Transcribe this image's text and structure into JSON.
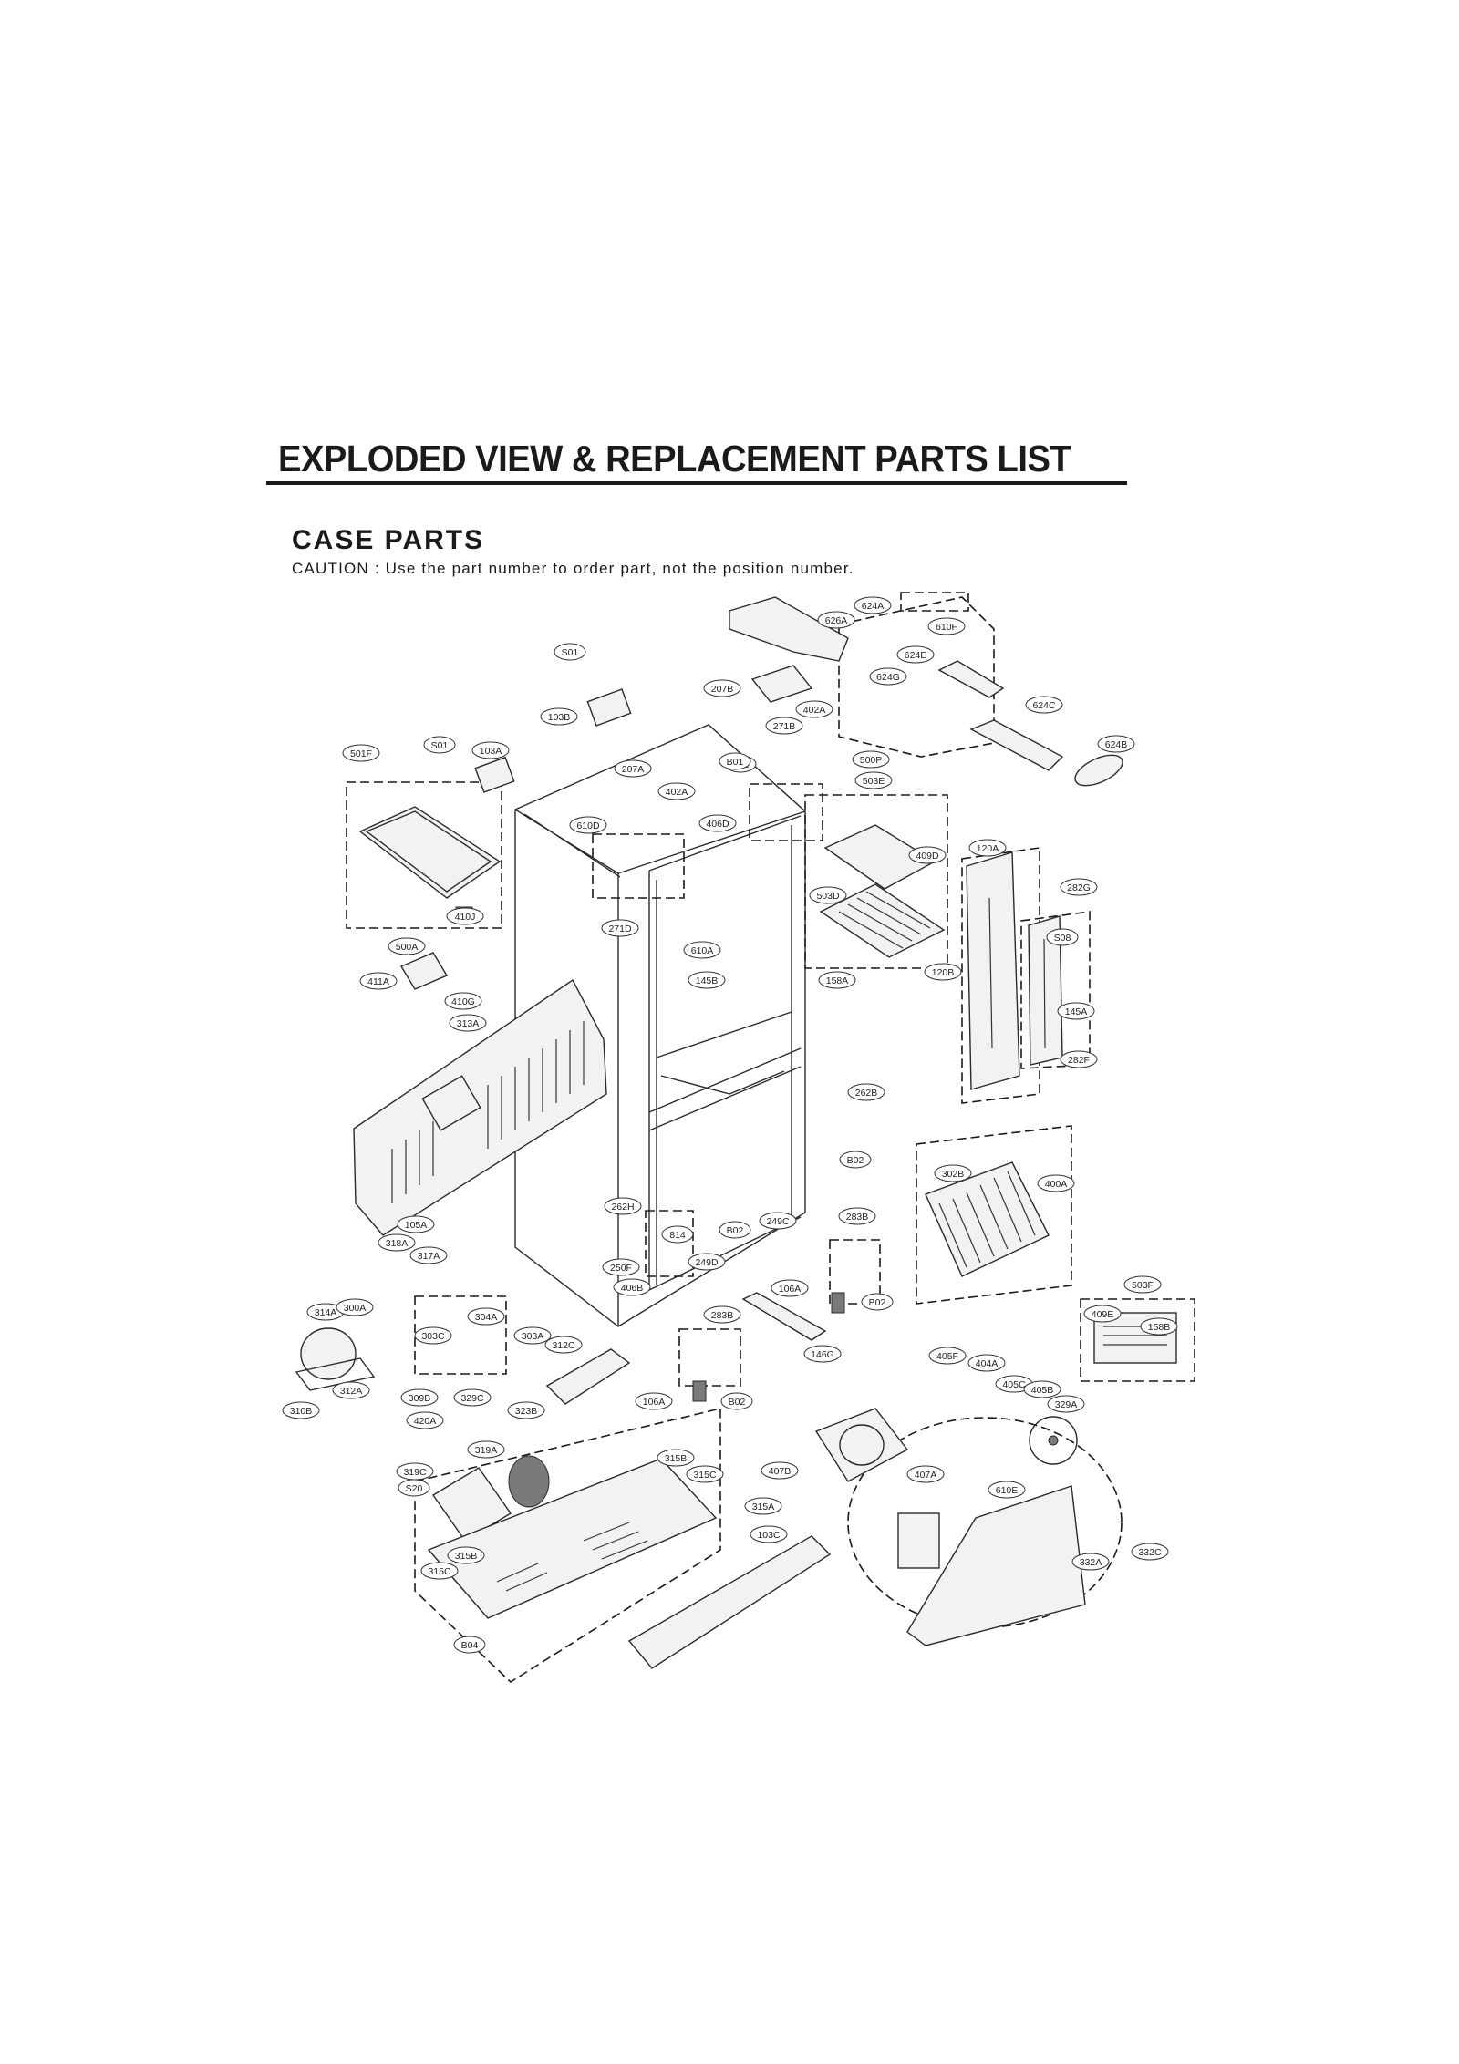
{
  "page": {
    "title": "EXPLODED VIEW & REPLACEMENT PARTS LIST",
    "section": "CASE PARTS",
    "caution": "CAUTION : Use the part number to order part, not the position number."
  },
  "diagram": {
    "labels": [
      "S01",
      "103B",
      "S01",
      "103A",
      "501F",
      "207A",
      "402A",
      "B01",
      "610D",
      "406D",
      "271D",
      "610A",
      "145B",
      "410J",
      "500A",
      "411A",
      "410G",
      "313A",
      "207B",
      "402A",
      "271B",
      "B01",
      "500P",
      "503E",
      "626A",
      "624A",
      "610F",
      "624E",
      "624G",
      "624C",
      "624B",
      "503D",
      "409D",
      "158A",
      "120A",
      "282G",
      "S08",
      "120B",
      "145A",
      "282F",
      "262B",
      "B02",
      "302B",
      "400A",
      "262H",
      "814",
      "B02",
      "249C",
      "250F",
      "406B",
      "249D",
      "283B",
      "106A",
      "B02",
      "503F",
      "409E",
      "158B",
      "105A",
      "318A",
      "317A",
      "314A",
      "300A",
      "304A",
      "303C",
      "303A",
      "312C",
      "312A",
      "310B",
      "283B",
      "146G",
      "106A",
      "B02",
      "405F",
      "404A",
      "405C",
      "405B",
      "329A",
      "309B",
      "329C",
      "420A",
      "323B",
      "319A",
      "319C",
      "S20",
      "315B",
      "315C",
      "407B",
      "407A",
      "610E",
      "315A",
      "103C",
      "315B",
      "315C",
      "332A",
      "332C",
      "B04"
    ]
  }
}
